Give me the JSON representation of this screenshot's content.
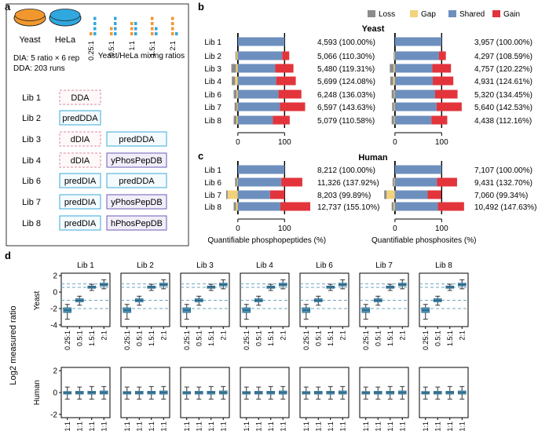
{
  "panel_labels": {
    "a": "a",
    "b": "b",
    "c": "c",
    "d": "d"
  },
  "colors": {
    "loss": "#8c8c8c",
    "gap": "#f3d27c",
    "shared": "#6d8fbe",
    "gain": "#e3343c",
    "yeast_circle": "#f2972d",
    "hela_circle": "#2fa8e0",
    "dda_border": "#d98aa4",
    "pred_border": "#3ca8d8",
    "phos_border": "#6b5bb5",
    "dda_fill": "#fff8f9",
    "pred_fill": "#f3fbfe",
    "phos_fill": "#f1eef9",
    "box": "#4a90b5",
    "hline": "#6ea3bf"
  },
  "panel_a": {
    "yeast_label": "Yeast",
    "hela_label": "HeLa",
    "ratio_labels": [
      "0.25:1",
      "0.5:1",
      "1:1",
      "1.5:1",
      "2:1"
    ],
    "ratio_dots": [
      [
        1,
        4
      ],
      [
        2,
        4
      ],
      [
        3,
        3
      ],
      [
        4,
        2
      ],
      [
        4,
        1
      ]
    ],
    "mixing_caption": "Yeast/HeLa mixing ratios",
    "dia_text": "DIA: 5 ratio × 6 rep",
    "dda_text": "DDA: 203 runs",
    "libs": [
      {
        "name": "Lib 1",
        "boxes": [
          {
            "label": "DDA",
            "kind": "dda"
          }
        ]
      },
      {
        "name": "Lib 2",
        "boxes": [
          {
            "label": "predDDA",
            "kind": "pred"
          }
        ]
      },
      {
        "name": "Lib 3",
        "boxes": [
          {
            "label": "dDIA",
            "kind": "dda"
          },
          {
            "label": "predDDA",
            "kind": "pred"
          }
        ]
      },
      {
        "name": "Lib 4",
        "boxes": [
          {
            "label": "dDIA",
            "kind": "dda"
          },
          {
            "label": "yPhosPepDB",
            "kind": "phos"
          }
        ]
      },
      {
        "name": "Lib 6",
        "boxes": [
          {
            "label": "predDIA",
            "kind": "pred"
          },
          {
            "label": "predDDA",
            "kind": "pred"
          }
        ]
      },
      {
        "name": "Lib 7",
        "boxes": [
          {
            "label": "predDIA",
            "kind": "pred"
          },
          {
            "label": "yPhosPepDB",
            "kind": "phos"
          }
        ]
      },
      {
        "name": "Lib 8",
        "boxes": [
          {
            "label": "predDIA",
            "kind": "pred"
          },
          {
            "label": "hPhosPepDB",
            "kind": "phos"
          }
        ]
      }
    ]
  },
  "legend": [
    "Loss",
    "Gap",
    "Shared",
    "Gain"
  ],
  "axis": {
    "ticks": [
      0,
      100
    ],
    "xlim": [
      -25,
      160
    ]
  },
  "chart_data": [
    {
      "id": "yeast-peptides",
      "type": "bar",
      "stacked": true,
      "group_title": "Yeast",
      "categories": [
        "Lib 1",
        "Lib 2",
        "Lib 3",
        "Lib 4",
        "Lib 6",
        "Lib 7",
        "Lib 8"
      ],
      "series": [
        {
          "name": "Loss",
          "values": [
            0,
            -2,
            -10,
            -7,
            -6,
            -5,
            -6
          ]
        },
        {
          "name": "Gap",
          "values": [
            0,
            -3,
            -4,
            -6,
            -3,
            -2,
            -3
          ]
        },
        {
          "name": "Shared",
          "values": [
            100,
            95,
            80,
            82,
            87,
            90,
            75
          ]
        },
        {
          "name": "Gain",
          "values": [
            0,
            15,
            39,
            42,
            49,
            54,
            36
          ]
        }
      ],
      "labels": [
        "4,593 (100.00%)",
        "5,066 (110.30%)",
        "5,480 (119.31%)",
        "5,699 (124.08%)",
        "6,248 (136.03%)",
        "6,597 (143.63%)",
        "5,079 (110.58%)"
      ]
    },
    {
      "id": "yeast-sites",
      "type": "bar",
      "stacked": true,
      "categories": [
        "Lib 1",
        "Lib 2",
        "Lib 3",
        "Lib 4",
        "Lib 6",
        "Lib 7",
        "Lib 8"
      ],
      "series": [
        {
          "name": "Loss",
          "values": [
            0,
            -1,
            -8,
            -6,
            -5,
            -4,
            -5
          ]
        },
        {
          "name": "Gap",
          "values": [
            0,
            -2,
            -3,
            -4,
            -2,
            -2,
            -2
          ]
        },
        {
          "name": "Shared",
          "values": [
            100,
            94,
            80,
            81,
            86,
            89,
            78
          ]
        },
        {
          "name": "Gain",
          "values": [
            0,
            15,
            40,
            44,
            48,
            54,
            34
          ]
        }
      ],
      "labels": [
        "3,957 (100.00%)",
        "4,297 (108.59%)",
        "4,757 (120.22%)",
        "4,931 (124.61%)",
        "5,320 (134.45%)",
        "5,640 (142.53%)",
        "4,438 (112.16%)"
      ]
    },
    {
      "id": "human-peptides",
      "type": "bar",
      "stacked": true,
      "group_title": "Human",
      "xlabel": "Quantifiable phosphopeptides (%)",
      "categories": [
        "Lib 1",
        "Lib 6",
        "Lib 7",
        "Lib 8"
      ],
      "series": [
        {
          "name": "Loss",
          "values": [
            0,
            -4,
            -3,
            -5
          ]
        },
        {
          "name": "Gap",
          "values": [
            0,
            -2,
            -22,
            -4
          ]
        },
        {
          "name": "Shared",
          "values": [
            100,
            93,
            69,
            91
          ]
        },
        {
          "name": "Gain",
          "values": [
            0,
            45,
            31,
            64
          ]
        }
      ],
      "labels": [
        "8,212 (100.00%)",
        "11,326 (137.92%)",
        "8,203 (99.89%)",
        "12,737 (155.10%)"
      ]
    },
    {
      "id": "human-sites",
      "type": "bar",
      "stacked": true,
      "xlabel": "Quantifiable phosphosites (%)",
      "categories": [
        "Lib 1",
        "Lib 6",
        "Lib 7",
        "Lib 8"
      ],
      "series": [
        {
          "name": "Loss",
          "values": [
            0,
            -3,
            -5,
            -4
          ]
        },
        {
          "name": "Gap",
          "values": [
            0,
            -2,
            -18,
            -3
          ]
        },
        {
          "name": "Shared",
          "values": [
            100,
            90,
            70,
            92
          ]
        },
        {
          "name": "Gain",
          "values": [
            0,
            43,
            29,
            56
          ]
        }
      ],
      "labels": [
        "7,107 (100.00%)",
        "9,431 (132.70%)",
        "7,060 (99.34%)",
        "10,492 (147.63%)"
      ]
    },
    {
      "id": "ratio-boxplots",
      "type": "box",
      "ylabel": "Log2 measured ratio",
      "row_labels": [
        "Yeast",
        "Human"
      ],
      "libs": [
        "Lib 1",
        "Lib 2",
        "Lib 3",
        "Lib 4",
        "Lib 6",
        "Lib 7",
        "Lib 8"
      ],
      "yeast": {
        "categories": [
          "0.25:1",
          "0.5:1",
          "1.5:1",
          "2:1"
        ],
        "yticks": [
          2,
          0,
          -2,
          -4
        ],
        "ylim": [
          -4.2,
          2.3
        ],
        "expected": [
          -2,
          -1,
          0.585,
          1
        ],
        "boxes": [
          {
            "min": -3.3,
            "q1": -2.5,
            "median": -2.2,
            "q3": -1.9,
            "max": -1.5
          },
          {
            "min": -1.6,
            "q1": -1.2,
            "median": -1.0,
            "q3": -0.8,
            "max": -0.5
          },
          {
            "min": 0.2,
            "q1": 0.45,
            "median": 0.6,
            "q3": 0.75,
            "max": 0.95
          },
          {
            "min": 0.4,
            "q1": 0.75,
            "median": 0.9,
            "q3": 1.1,
            "max": 1.5
          }
        ]
      },
      "human": {
        "categories": [
          "1:1",
          "1:1",
          "1:1",
          "1:1"
        ],
        "yticks": [
          2,
          0,
          -2
        ],
        "ylim": [
          -2.3,
          2.3
        ],
        "boxes": [
          {
            "min": -0.6,
            "q1": -0.15,
            "median": -0.02,
            "q3": 0.1,
            "max": 0.5
          },
          {
            "min": -0.6,
            "q1": -0.15,
            "median": -0.02,
            "q3": 0.12,
            "max": 0.5
          },
          {
            "min": -0.6,
            "q1": -0.15,
            "median": 0.0,
            "q3": 0.12,
            "max": 0.55
          },
          {
            "min": -0.6,
            "q1": -0.15,
            "median": 0.0,
            "q3": 0.15,
            "max": 0.55
          }
        ]
      }
    }
  ]
}
